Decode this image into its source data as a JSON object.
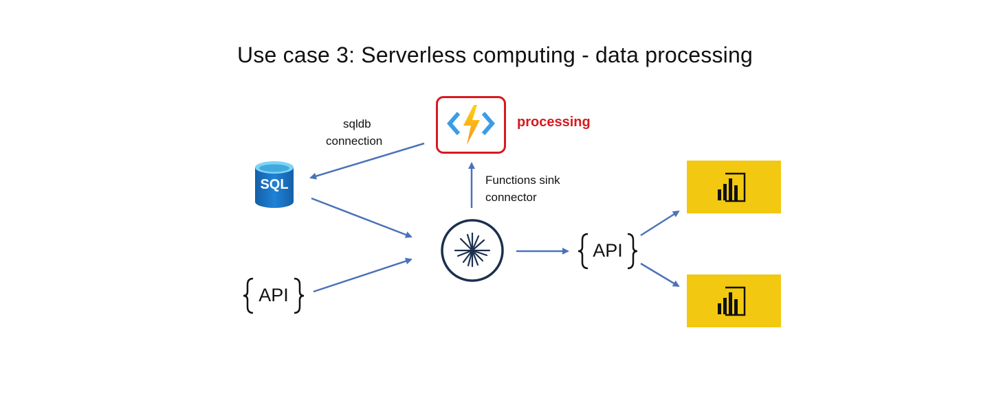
{
  "title": "Use case 3: Serverless computing - data processing",
  "labels": {
    "sqldb_line1": "sqldb",
    "sqldb_line2": "connection",
    "processing": "processing",
    "sink_line1": "Functions sink",
    "sink_line2": "connector"
  },
  "nodes": {
    "sql_text": "SQL",
    "api_left": "API",
    "api_right": "API"
  },
  "colors": {
    "arrow": "#4a72b8",
    "accent_red": "#d7191e",
    "powerbi_yellow": "#f2c811",
    "kafka_navy": "#1c2f4d",
    "sql_blue": "#1a74c4"
  },
  "icons": [
    "azure-functions-icon",
    "sql-database-icon",
    "kafka-icon",
    "api-icon",
    "power-bi-icon"
  ]
}
